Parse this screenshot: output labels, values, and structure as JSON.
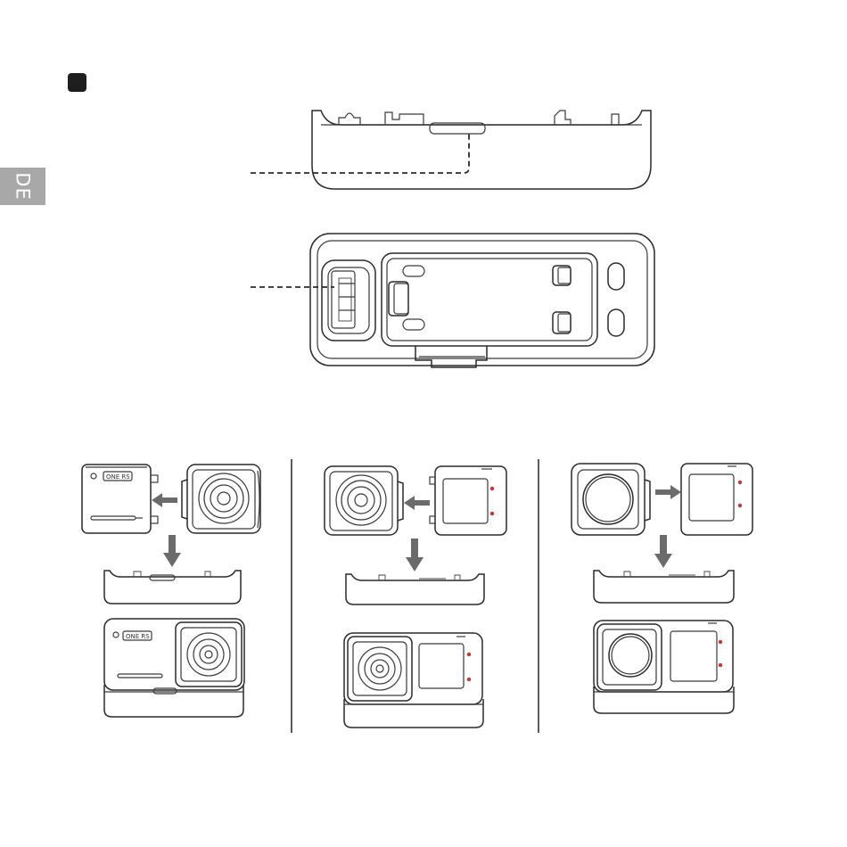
{
  "side_tab": {
    "label": "DE",
    "color": "#a8a8a8"
  },
  "step_marker": {
    "color": "#1e1e1e"
  },
  "camera_badge": {
    "text": "ONE RS"
  },
  "icons": {
    "step_marker": "black-rounded-square",
    "arrow": "grey-block-arrow",
    "screen_buttons": "red-dot-record-icons"
  }
}
